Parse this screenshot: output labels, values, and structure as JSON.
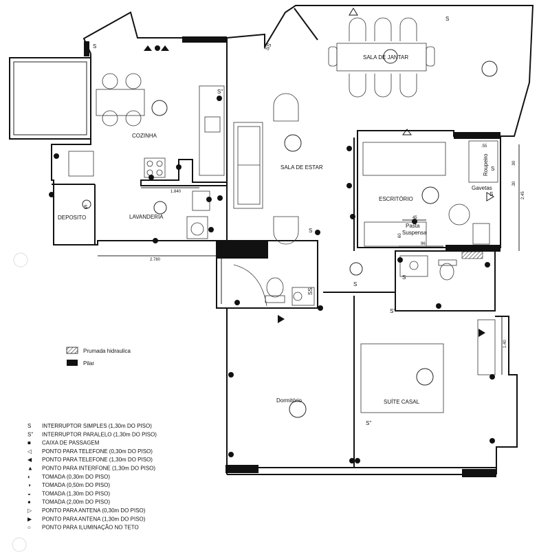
{
  "rooms": {
    "sala_jantar": "SALA DE JANTAR",
    "cozinha": "COZINHA",
    "sala_estar": "SALA DE ESTAR",
    "escritorio": "ESCRITÓRIO",
    "deposito": "DEPOSITO",
    "lavanderia": "LAVANDERIA",
    "dormitorio": "Dormitório",
    "suite": "SUÍTE CASAL",
    "roupeiro": "Roupeiro",
    "gavetas": "Gavetas",
    "pasta_suspensa_1": "Pasta",
    "pasta_suspensa_2": "Suspensa"
  },
  "dimensions": {
    "d1840": "1.840",
    "d2780": "2.780",
    "d55": ".55",
    "d90": ".90",
    "d30": ".30",
    "d245": "2.45",
    "d45": "45",
    "d96": "96",
    "d60": "60",
    "d140": "1.40"
  },
  "legend": {
    "prumada": "Prumada hidraulica",
    "pilar": "Pilar",
    "items": [
      {
        "sym": "S",
        "text": "INTERRUPTOR SIMPLES  (1,30m DO PISO)"
      },
      {
        "sym": "S''",
        "text": "INTERRUPTOR PARALELO  (1,30m DO PISO)"
      },
      {
        "sym": "■",
        "text": "CAIXA DE PASSAGEM"
      },
      {
        "sym": "◁",
        "text": "PONTO PARA TELEFONE (0,30m DO PISO)"
      },
      {
        "sym": "◀",
        "text": "PONTO PARA TELEFONE (1,30m DO PISO)"
      },
      {
        "sym": "▲",
        "text": "PONTO PARA INTERFONE (1,30m DO PISO)"
      },
      {
        "sym": "◐",
        "text": "TOMADA  (0,30m DO PISO)"
      },
      {
        "sym": "◑",
        "text": "TOMADA  (0,50m DO PISO)"
      },
      {
        "sym": "◒",
        "text": "TOMADA  (1,30m DO PISO)"
      },
      {
        "sym": "●",
        "text": "TOMADA  (2,00m DO PISO)"
      },
      {
        "sym": "▷",
        "text": "PONTO PARA ANTENA (0,30m DO PISO)"
      },
      {
        "sym": "▶",
        "text": "PONTO PARA ANTENA (1,30m DO PISO)"
      },
      {
        "sym": "○",
        "text": "PONTO PARA ILUMINAÇÃO NO TETO"
      }
    ]
  },
  "symbols": {
    "s": "S",
    "s2": "S''",
    "ss": "SS"
  }
}
